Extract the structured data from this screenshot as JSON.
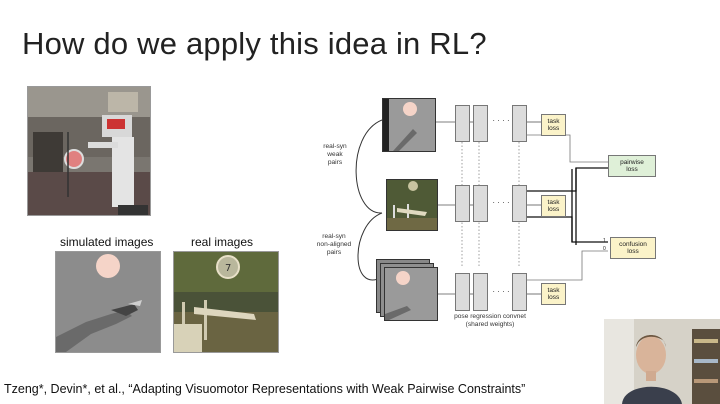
{
  "slide": {
    "title": "How do we apply this idea in RL?",
    "citation": "Tzeng*, Devin*, et al., “Adapting Visuomotor Representations with Weak Pairwise Constraints”"
  },
  "images": {
    "simulated_caption": "simulated images",
    "real_caption": "real images"
  },
  "diagram": {
    "real_syn_weak_pairs": [
      "real-syn",
      "weak",
      "pairs"
    ],
    "real_syn_non_aligned_pairs": [
      "real-syn",
      "non-aligned",
      "pairs"
    ],
    "task_loss": [
      "task",
      "loss"
    ],
    "pairwise_loss": [
      "pairwise",
      "loss"
    ],
    "confusion_loss": [
      "confusion",
      "loss"
    ],
    "convnet_label": [
      "pose regression convnet",
      "(shared weights)"
    ],
    "ellipsis": "· · · ·",
    "confusion_marks": [
      "1",
      "0"
    ],
    "colors": {
      "task_loss_fill": "#fbf3c9",
      "pairwise_fill": "#dff0d8",
      "confusion_fill": "#fbf3c9",
      "layer_fill": "#dcdcdc"
    }
  }
}
